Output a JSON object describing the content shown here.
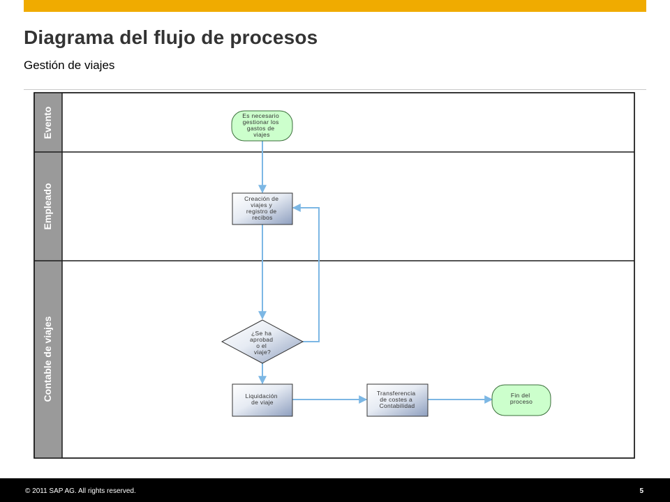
{
  "header": {
    "title": "Diagrama del flujo de procesos",
    "subtitle": "Gestión de viajes"
  },
  "colors": {
    "accent_bar": "#F0AB00",
    "footer_bar": "#000000",
    "lane_header": "#9a9a9a",
    "connector": "#7cb7e4",
    "event_fill": "#ccffcc",
    "event_stroke": "#3a6e3a",
    "task_fill_top": "#ffffff",
    "task_fill_bottom": "#97a7c4"
  },
  "lanes": [
    {
      "label": "Evento"
    },
    {
      "label": "Empleado"
    },
    {
      "label": "Contable de viajes"
    }
  ],
  "nodes": {
    "start": {
      "lines": [
        "Es necesario",
        "gestionar los",
        "gastos de",
        "viajes"
      ]
    },
    "create": {
      "lines": [
        "Creación de",
        "viajes y",
        "registro de",
        "recibos"
      ]
    },
    "decision": {
      "lines": [
        "¿Se ha",
        "aprobad",
        "o el",
        "viaje?"
      ]
    },
    "settle": {
      "lines": [
        "Liquidación",
        "de viaje"
      ]
    },
    "transfer": {
      "lines": [
        "Transferencia",
        "de costes a",
        "Contabilidad"
      ]
    },
    "end": {
      "lines": [
        "Fin del",
        "proceso"
      ]
    }
  },
  "footer": {
    "copyright": "© 2011 SAP AG. All rights reserved.",
    "page": "5"
  }
}
